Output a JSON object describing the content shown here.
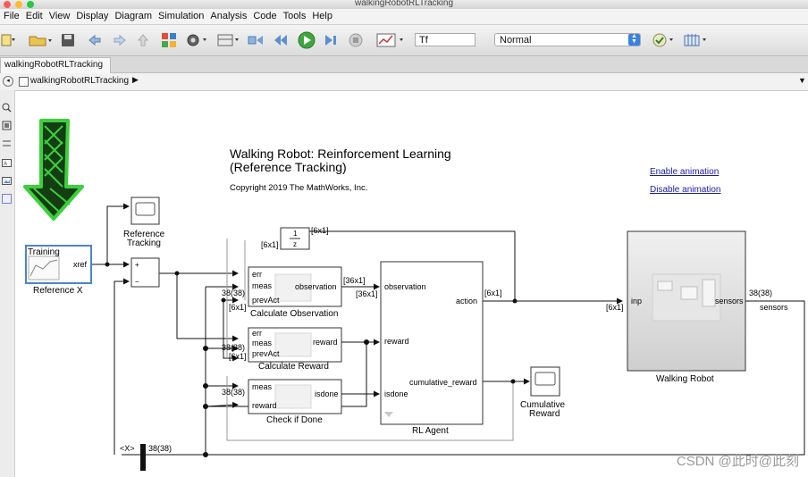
{
  "window": {
    "title": "walkingRobotRLTracking"
  },
  "menu": [
    "File",
    "Edit",
    "View",
    "Display",
    "Diagram",
    "Simulation",
    "Analysis",
    "Code",
    "Tools",
    "Help"
  ],
  "toolbar": {
    "stop_time": "Tf",
    "sim_mode": "Normal"
  },
  "tab": {
    "label": "walkingRobotRLTracking"
  },
  "breadcrumb": {
    "model": "walkingRobotRLTracking"
  },
  "diagram": {
    "title_line1": "Walking Robot: Reinforcement Learning",
    "title_line2": "(Reference Tracking)",
    "copyright": "Copyright 2019 The MathWorks, Inc.",
    "link_enable": "Enable animation",
    "link_disable": "Disable animation",
    "blocks": {
      "reference_x": {
        "label": "Reference X",
        "inner": "Training",
        "port": "xref"
      },
      "reference_tracking": {
        "label_line1": "Reference",
        "label_line2": "Tracking"
      },
      "gain": {
        "num": "1",
        "den": "z"
      },
      "calc_obs": {
        "label": "Calculate Observation",
        "in1": "err",
        "in2": "meas",
        "in3": "prevAct",
        "out": "observation"
      },
      "calc_reward": {
        "label": "Calculate Reward",
        "in1": "err",
        "in2": "meas",
        "in3": "prevAct",
        "out": "reward"
      },
      "check_done": {
        "label": "Check if Done",
        "in1": "meas",
        "in2": "reward",
        "out": "isdone"
      },
      "rl_agent": {
        "label": "RL Agent",
        "in1": "observation",
        "in2": "reward",
        "in3": "isdone",
        "out1": "action",
        "out2": "cumulative_reward"
      },
      "cumulative_reward": {
        "label_line1": "Cumulative",
        "label_line2": "Reward"
      },
      "walking_robot": {
        "label": "Walking Robot",
        "in": "inp",
        "out": "sensors"
      },
      "selector": {
        "label": "<X>"
      }
    },
    "signals": {
      "s6x1_top_left": "[6x1]",
      "s6x1_top_right": "[6x1]",
      "s36x1_a": "[36x1]",
      "s36x1_b": "[36x1]",
      "s38_obs": "38(38)",
      "s6x1_obs": "[6x1]",
      "s38_rew": "38(38)",
      "s6x1_rew": "[6x1]",
      "s38_done": "38(38)",
      "s6x1_action": "[6x1]",
      "s6x1_inp": "[6x1]",
      "s38_sensors": "38(38)",
      "sensors_label": "sensors",
      "s38_bottom": "38(38)"
    }
  },
  "watermark": "CSDN @此时@此刻"
}
